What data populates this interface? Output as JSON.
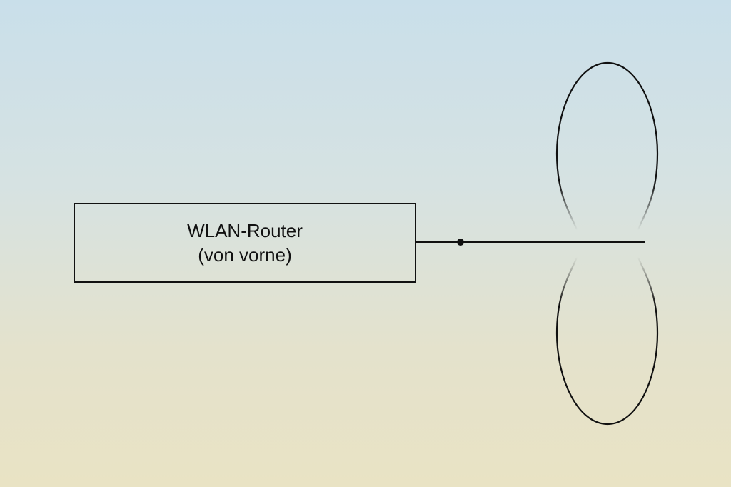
{
  "diagram": {
    "router": {
      "title": "WLAN-Router",
      "subtitle": "(von vorne)"
    },
    "antenna": {
      "pattern": "figure-eight",
      "orientation": "vertical"
    },
    "colors": {
      "line": "#111111",
      "background_top": "#c9dfea",
      "background_bottom": "#e9e3c4"
    }
  }
}
